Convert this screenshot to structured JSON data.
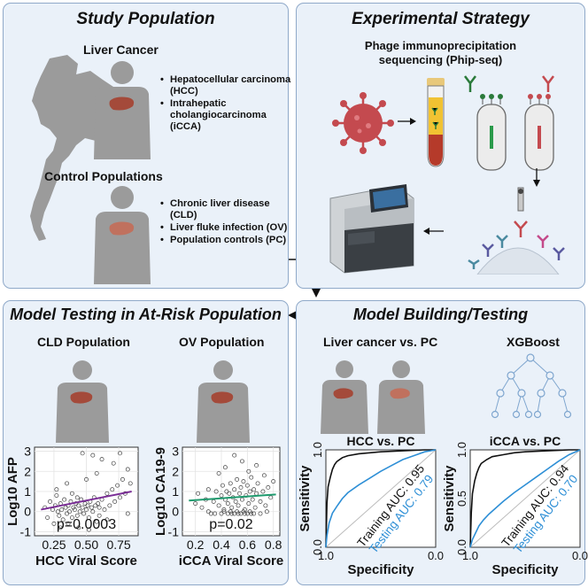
{
  "study": {
    "title": "Study Population",
    "liver_cancer_label": "Liver Cancer",
    "cancer_items": [
      "Hepatocellular carcinoma (HCC)",
      "Intrahepatic cholangiocarcinoma (iCCA)"
    ],
    "control_label": "Control Populations",
    "control_items": [
      "Chronic liver disease (CLD)",
      "Liver fluke infection (OV)",
      "Population controls (PC)"
    ]
  },
  "strategy": {
    "title": "Experimental Strategy",
    "method_line1": "Phage immunoprecipitation",
    "method_line2": "sequencing (Phip-seq)"
  },
  "testing": {
    "title": "Model Testing in At-Risk Population",
    "cld_label": "CLD Population",
    "ov_label": "OV Population"
  },
  "building": {
    "title": "Model Building/Testing",
    "comparison_label": "Liver cancer vs. PC",
    "xgboost_label": "XGBoost"
  },
  "colors": {
    "panel_bg": "#eaf1f9",
    "panel_border": "#8fa9c9",
    "body": "#9b9b9b",
    "liver": "#a44a3a",
    "training": "#111111",
    "testing": "#2e8fd6",
    "virus": "#c44a4f",
    "fit_hcc": "#7a2d96",
    "fit_icca": "#1f9a6e"
  },
  "chart_data": [
    {
      "type": "scatter",
      "title": "",
      "xlabel": "HCC Viral Score",
      "ylabel": "Log10 AFP",
      "xlim": [
        0.1,
        0.9
      ],
      "ylim": [
        -1.2,
        3.2
      ],
      "x_ticks": [
        "0.25",
        "0.50",
        "0.75"
      ],
      "x_tick_values": [
        0.25,
        0.5,
        0.75
      ],
      "y_ticks": [
        "-1",
        "0",
        "1",
        "2",
        "3"
      ],
      "y_tick_values": [
        -1,
        0,
        1,
        2,
        3
      ],
      "annotation": "p=0.0003",
      "fit": {
        "x": [
          0.15,
          0.85
        ],
        "y": [
          0.1,
          1.0
        ]
      },
      "grid": true,
      "points": [
        [
          0.18,
          0.2
        ],
        [
          0.2,
          -0.3
        ],
        [
          0.22,
          0.5
        ],
        [
          0.24,
          0.1
        ],
        [
          0.25,
          -0.6
        ],
        [
          0.26,
          0.3
        ],
        [
          0.27,
          0.8
        ],
        [
          0.28,
          0.0
        ],
        [
          0.29,
          -0.2
        ],
        [
          0.3,
          0.4
        ],
        [
          0.31,
          0.1
        ],
        [
          0.32,
          -0.4
        ],
        [
          0.33,
          0.6
        ],
        [
          0.34,
          0.2
        ],
        [
          0.35,
          -0.1
        ],
        [
          0.36,
          0.3
        ],
        [
          0.37,
          0.0
        ],
        [
          0.38,
          0.5
        ],
        [
          0.39,
          -0.3
        ],
        [
          0.4,
          0.2
        ],
        [
          0.41,
          0.1
        ],
        [
          0.42,
          0.4
        ],
        [
          0.43,
          -0.2
        ],
        [
          0.44,
          0.3
        ],
        [
          0.45,
          0.0
        ],
        [
          0.46,
          0.6
        ],
        [
          0.47,
          0.2
        ],
        [
          0.48,
          -0.1
        ],
        [
          0.49,
          0.4
        ],
        [
          0.5,
          0.1
        ],
        [
          0.51,
          0.3
        ],
        [
          0.52,
          -0.3
        ],
        [
          0.53,
          0.5
        ],
        [
          0.54,
          0.2
        ],
        [
          0.55,
          0.0
        ],
        [
          0.56,
          0.7
        ],
        [
          0.57,
          0.3
        ],
        [
          0.58,
          -0.5
        ],
        [
          0.59,
          0.4
        ],
        [
          0.6,
          0.2
        ],
        [
          0.62,
          0.6
        ],
        [
          0.64,
          0.1
        ],
        [
          0.66,
          0.9
        ],
        [
          0.68,
          0.3
        ],
        [
          0.7,
          1.1
        ],
        [
          0.72,
          0.5
        ],
        [
          0.74,
          1.3
        ],
        [
          0.76,
          0.7
        ],
        [
          0.78,
          1.6
        ],
        [
          0.8,
          0.9
        ],
        [
          0.82,
          2.1
        ],
        [
          0.84,
          1.4
        ],
        [
          0.62,
          2.6
        ],
        [
          0.55,
          2.8
        ],
        [
          0.71,
          2.4
        ],
        [
          0.47,
          2.9
        ],
        [
          0.58,
          1.9
        ],
        [
          0.35,
          1.4
        ],
        [
          0.44,
          -0.8
        ],
        [
          0.39,
          0.9
        ],
        [
          0.52,
          -0.9
        ],
        [
          0.66,
          -0.4
        ],
        [
          0.3,
          -0.8
        ],
        [
          0.76,
          2.9
        ],
        [
          0.82,
          -0.1
        ],
        [
          0.5,
          1.6
        ],
        [
          0.43,
          0.7
        ],
        [
          0.6,
          -0.2
        ],
        [
          0.27,
          1.1
        ],
        [
          0.36,
          -0.6
        ]
      ]
    },
    {
      "type": "scatter",
      "title": "",
      "xlabel": "iCCA Viral Score",
      "ylabel": "Log10 CA19-9",
      "xlim": [
        0.1,
        0.85
      ],
      "ylim": [
        -1.2,
        3.2
      ],
      "x_ticks": [
        "0.2",
        "0.4",
        "0.6",
        "0.8"
      ],
      "x_tick_values": [
        0.2,
        0.4,
        0.6,
        0.8
      ],
      "y_ticks": [
        "-1",
        "0",
        "1",
        "2",
        "3"
      ],
      "y_tick_values": [
        -1,
        0,
        1,
        2,
        3
      ],
      "annotation": "p=0.02",
      "fit": {
        "x": [
          0.15,
          0.82
        ],
        "y": [
          0.55,
          0.85
        ]
      },
      "grid": true,
      "points": [
        [
          0.2,
          0.4
        ],
        [
          0.22,
          0.9
        ],
        [
          0.25,
          0.2
        ],
        [
          0.28,
          0.6
        ],
        [
          0.3,
          1.1
        ],
        [
          0.32,
          -0.1
        ],
        [
          0.34,
          0.5
        ],
        [
          0.36,
          1.0
        ],
        [
          0.38,
          0.3
        ],
        [
          0.4,
          0.8
        ],
        [
          0.41,
          1.3
        ],
        [
          0.42,
          0.1
        ],
        [
          0.43,
          0.6
        ],
        [
          0.44,
          1.0
        ],
        [
          0.45,
          0.4
        ],
        [
          0.46,
          0.9
        ],
        [
          0.47,
          1.4
        ],
        [
          0.48,
          0.2
        ],
        [
          0.49,
          0.7
        ],
        [
          0.5,
          1.1
        ],
        [
          0.51,
          0.5
        ],
        [
          0.52,
          1.6
        ],
        [
          0.53,
          0.3
        ],
        [
          0.54,
          0.9
        ],
        [
          0.55,
          1.2
        ],
        [
          0.56,
          0.6
        ],
        [
          0.57,
          1.5
        ],
        [
          0.58,
          0.1
        ],
        [
          0.59,
          0.8
        ],
        [
          0.6,
          1.3
        ],
        [
          0.61,
          0.4
        ],
        [
          0.62,
          1.0
        ],
        [
          0.63,
          1.7
        ],
        [
          0.64,
          0.6
        ],
        [
          0.65,
          1.1
        ],
        [
          0.66,
          0.2
        ],
        [
          0.67,
          0.9
        ],
        [
          0.68,
          1.4
        ],
        [
          0.7,
          0.5
        ],
        [
          0.72,
          1.0
        ],
        [
          0.74,
          0.3
        ],
        [
          0.76,
          1.2
        ],
        [
          0.78,
          0.7
        ],
        [
          0.8,
          1.5
        ],
        [
          0.45,
          -0.1
        ],
        [
          0.5,
          -0.1
        ],
        [
          0.55,
          -0.1
        ],
        [
          0.6,
          -0.1
        ],
        [
          0.65,
          -0.1
        ],
        [
          0.7,
          -0.1
        ],
        [
          0.4,
          -0.1
        ],
        [
          0.35,
          -0.1
        ],
        [
          0.48,
          -0.1
        ],
        [
          0.53,
          -0.1
        ],
        [
          0.58,
          -0.1
        ],
        [
          0.63,
          -0.1
        ],
        [
          0.43,
          2.2
        ],
        [
          0.56,
          2.5
        ],
        [
          0.61,
          2.0
        ],
        [
          0.5,
          2.8
        ],
        [
          0.67,
          2.3
        ],
        [
          0.38,
          1.9
        ],
        [
          0.73,
          1.8
        ],
        [
          0.52,
          0.0
        ],
        [
          0.47,
          0.0
        ],
        [
          0.62,
          0.0
        ],
        [
          0.3,
          0.0
        ],
        [
          0.75,
          0.0
        ],
        [
          0.57,
          0.0
        ],
        [
          0.42,
          0.0
        ]
      ]
    },
    {
      "type": "line",
      "title": "HCC vs. PC",
      "xlabel": "Specificity",
      "ylabel": "Sensitivity",
      "x_ticks": [
        "1.0",
        "0.0"
      ],
      "y_ticks": [
        "0.0",
        "1.0"
      ],
      "xlim": [
        1.0,
        0.0
      ],
      "ylim": [
        0.0,
        1.0
      ],
      "series": [
        {
          "name": "Training AUC: 0.95",
          "x": [
            1.0,
            0.99,
            0.98,
            0.96,
            0.94,
            0.92,
            0.9,
            0.85,
            0.8,
            0.7,
            0.6,
            0.5,
            0.3,
            0.1,
            0.0
          ],
          "y": [
            0.0,
            0.45,
            0.62,
            0.72,
            0.8,
            0.85,
            0.88,
            0.92,
            0.94,
            0.96,
            0.97,
            0.98,
            0.99,
            1.0,
            1.0
          ]
        },
        {
          "name": "Testing AUC: 0.79",
          "x": [
            1.0,
            0.99,
            0.97,
            0.94,
            0.9,
            0.85,
            0.8,
            0.7,
            0.6,
            0.5,
            0.4,
            0.3,
            0.2,
            0.1,
            0.0
          ],
          "y": [
            0.0,
            0.12,
            0.25,
            0.35,
            0.42,
            0.5,
            0.56,
            0.64,
            0.71,
            0.78,
            0.84,
            0.9,
            0.94,
            0.98,
            1.0
          ]
        }
      ]
    },
    {
      "type": "line",
      "title": "iCCA vs. PC",
      "xlabel": "Specificity",
      "ylabel": "Sensitivity",
      "x_ticks": [
        "1.0",
        "0.0"
      ],
      "y_ticks": [
        "0.0",
        "0.5",
        "1.0"
      ],
      "xlim": [
        1.0,
        0.0
      ],
      "ylim": [
        0.0,
        1.0
      ],
      "series": [
        {
          "name": "Training AUC: 0.94",
          "x": [
            1.0,
            0.99,
            0.98,
            0.96,
            0.94,
            0.92,
            0.9,
            0.85,
            0.8,
            0.7,
            0.6,
            0.5,
            0.3,
            0.1,
            0.0
          ],
          "y": [
            0.0,
            0.35,
            0.55,
            0.68,
            0.76,
            0.82,
            0.86,
            0.9,
            0.93,
            0.95,
            0.97,
            0.98,
            0.99,
            1.0,
            1.0
          ]
        },
        {
          "name": "Testing AUC: 0.70",
          "x": [
            1.0,
            0.98,
            0.95,
            0.92,
            0.88,
            0.83,
            0.77,
            0.7,
            0.6,
            0.5,
            0.4,
            0.3,
            0.2,
            0.1,
            0.0
          ],
          "y": [
            0.0,
            0.08,
            0.15,
            0.22,
            0.28,
            0.34,
            0.4,
            0.47,
            0.56,
            0.64,
            0.72,
            0.8,
            0.88,
            0.95,
            1.0
          ]
        }
      ]
    }
  ]
}
